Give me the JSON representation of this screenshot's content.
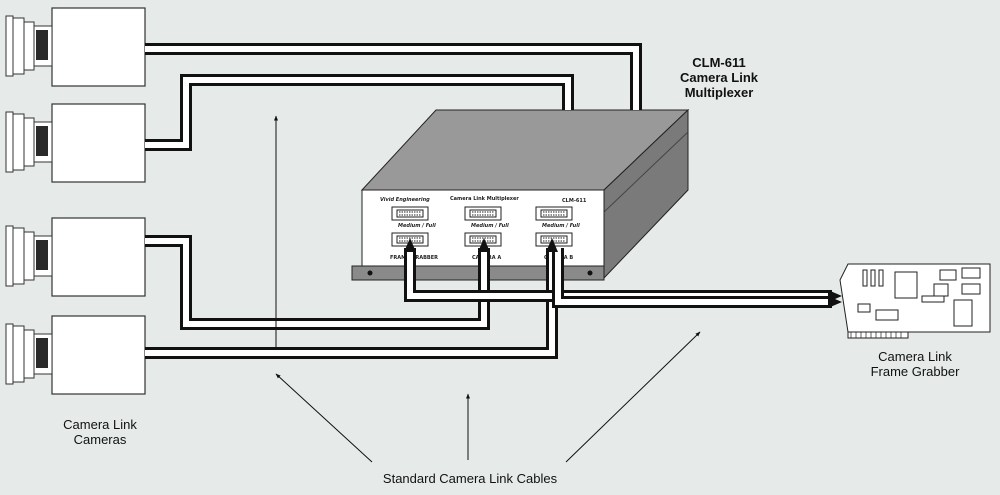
{
  "diagram": {
    "mux_title": [
      "CLM-611",
      "Camera Link",
      "Multiplexer"
    ],
    "cameras_label": [
      "Camera Link",
      "Cameras"
    ],
    "grabber_label": [
      "Camera Link",
      "Frame Grabber"
    ],
    "cables_label": "Standard Camera Link Cables",
    "device": {
      "brand": "Vivid Engineering",
      "name": "Camera Link Multiplexer",
      "model": "CLM-611",
      "port_labels": [
        "Medium / Full",
        "Medium / Full",
        "Medium / Full",
        "FRAME GRABBER",
        "CAMERA A",
        "CAMERA B"
      ]
    }
  }
}
